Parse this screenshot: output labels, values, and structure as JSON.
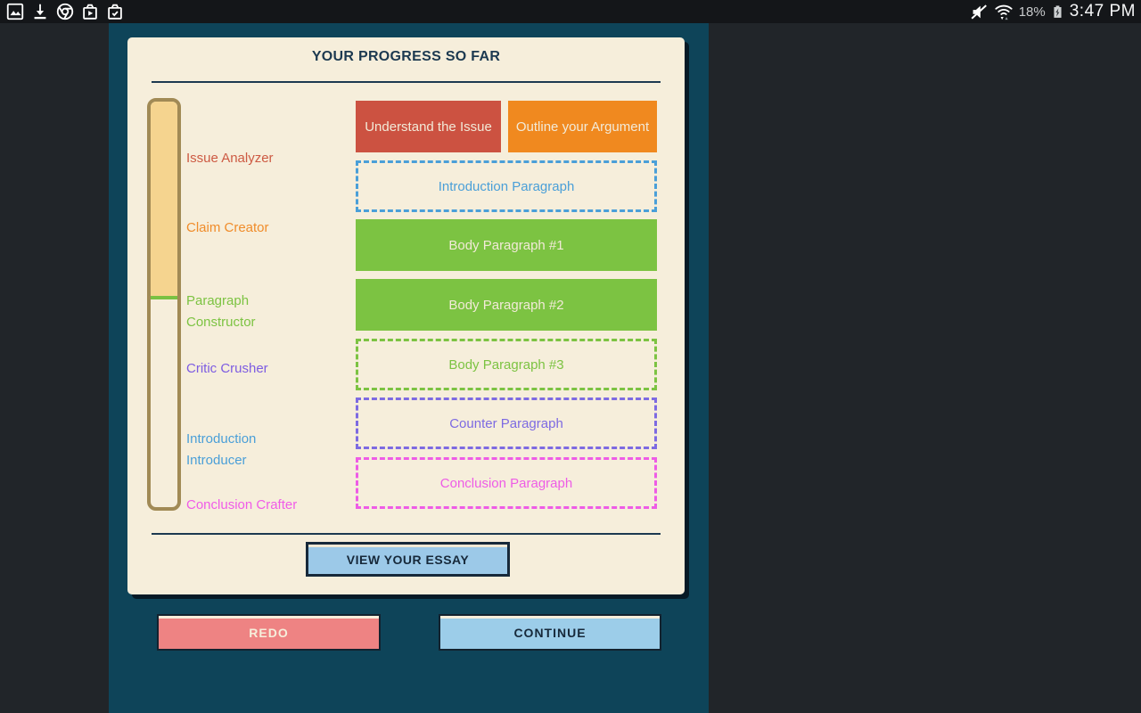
{
  "status_bar": {
    "time": "3:47 PM",
    "battery_percent": "18%",
    "left_icons": [
      "screenshot-icon",
      "download-icon",
      "chrome-icon",
      "play-store-icon",
      "checked-bag-icon"
    ],
    "right_icons": [
      "muted-speaker-icon",
      "wifi-icon",
      "battery-charging-icon"
    ]
  },
  "progress_card": {
    "title": "YOUR PROGRESS SO FAR",
    "stages": [
      {
        "label": "Issue Analyzer",
        "color": "#cd5a43"
      },
      {
        "label": "Claim Creator",
        "color": "#f08c2a"
      },
      {
        "label": "Paragraph Constructor",
        "color": "#7cc342"
      },
      {
        "label": "Critic Crusher",
        "color": "#7d5ce2"
      },
      {
        "label": "Introduction Introducer",
        "color": "#4a9fd8"
      },
      {
        "label": "Conclusion Crafter",
        "color": "#f05ce8"
      }
    ],
    "meter": {
      "fill_color": "#f5d48f",
      "track_border_color": "#a18a55",
      "divider_color": "#7ac143"
    },
    "steps": [
      {
        "label": "Understand the Issue",
        "status": "complete",
        "color": "#cc5241"
      },
      {
        "label": "Outline your Argument",
        "status": "complete",
        "color": "#f0891f"
      },
      {
        "label": "Introduction Paragraph",
        "status": "incomplete",
        "color": "#4a9fd8"
      },
      {
        "label": "Body Paragraph #1",
        "status": "complete",
        "color": "#7cc342"
      },
      {
        "label": "Body Paragraph #2",
        "status": "complete",
        "color": "#7cc342"
      },
      {
        "label": "Body Paragraph #3",
        "status": "incomplete",
        "color": "#7cc342"
      },
      {
        "label": "Counter Paragraph",
        "status": "incomplete",
        "color": "#7d6ae2"
      },
      {
        "label": "Conclusion Paragraph",
        "status": "incomplete",
        "color": "#ee5ce6"
      }
    ],
    "view_essay_button": "VIEW YOUR ESSAY"
  },
  "footer": {
    "redo_button": "REDO",
    "continue_button": "CONTINUE"
  },
  "colors": {
    "page_bg": "#212529",
    "status_bar_bg": "#141619",
    "panel_bg": "#0e4459",
    "card_bg": "#f6eedb",
    "heading_navy": "#1c3950",
    "view_essay_bg": "#9cc9e8",
    "redo_bg": "#ee8383",
    "continue_bg": "#9ccde9"
  }
}
